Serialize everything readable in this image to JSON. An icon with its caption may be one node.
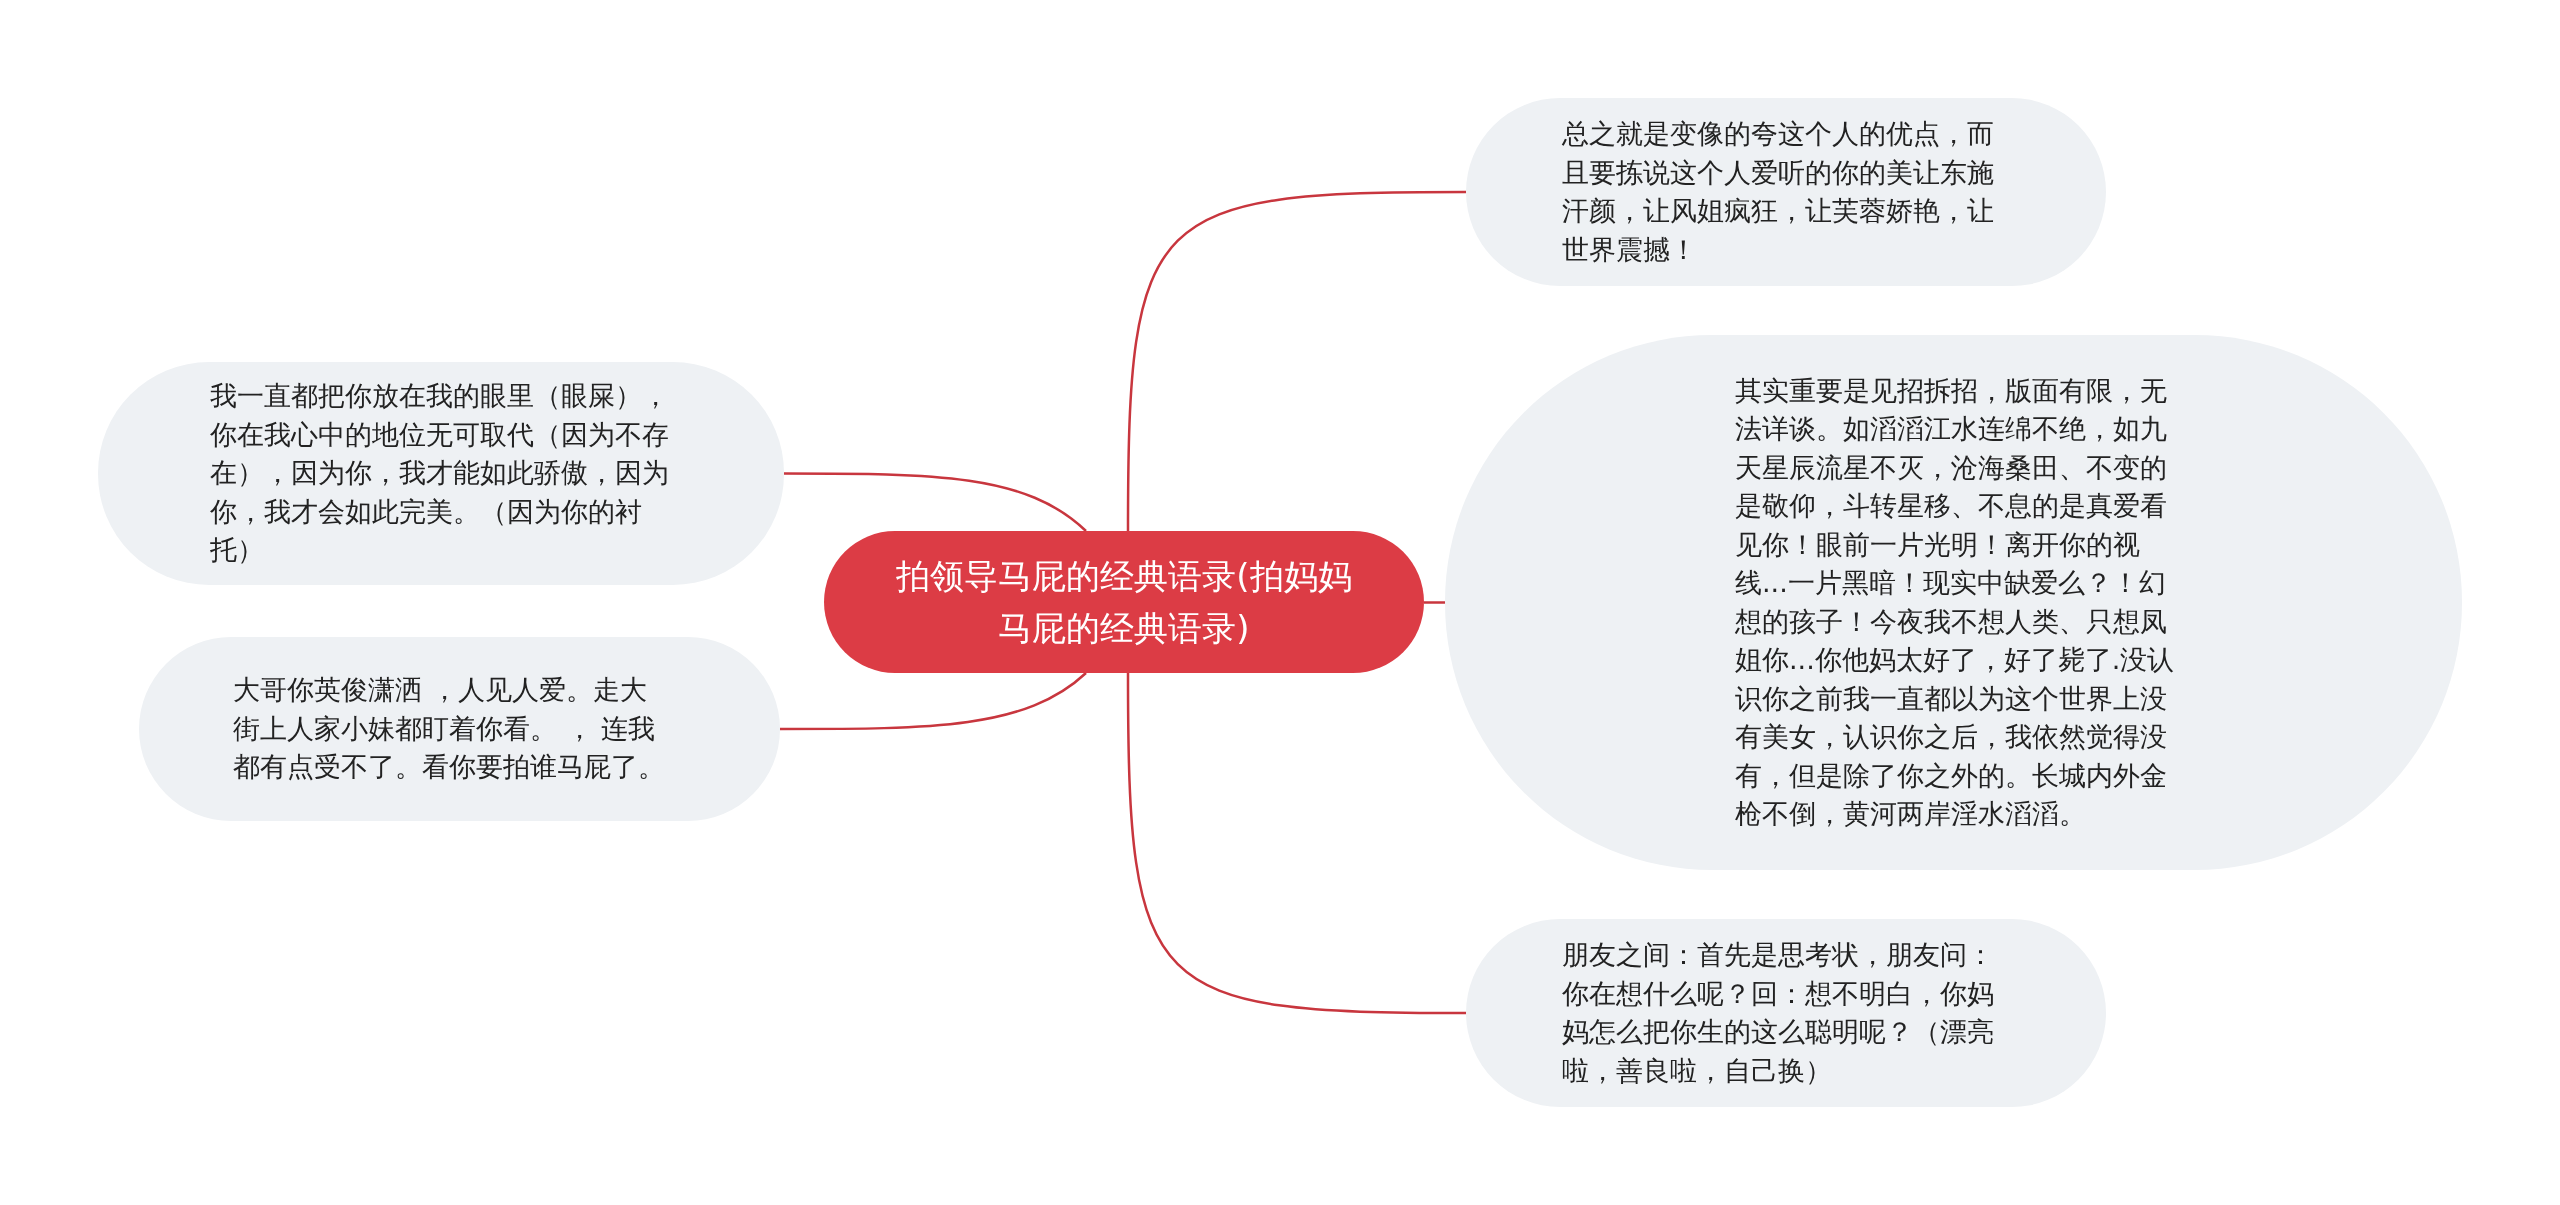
{
  "diagram": {
    "nodes": [
      {
        "text": [
          "拍领导马屁的经典语录(拍妈妈马屁的经典语录)"
        ]
      },
      {
        "text": [
          "总之就是变像的夸这个人的优点，而且要拣说这个人爱听的你的美让东施汗颜，让风姐疯狂，让芙蓉娇艳，让世界震撼！"
        ]
      },
      {
        "text": [
          "其实重要是见招拆招，版面有限，无法详谈。如滔滔江水连绵不绝，如九天星辰流星不灭，沧海桑田、不变的是敬仰，斗转星移、不息的是真爱看见你！眼前一片光明！离开你的视线...一片黑暗！现实中缺爱么？！幻想的孩子！今夜我不想人类、只想凤姐你...你他妈太好了，好了毙了.没认识你之前我一直都以为这个世界上没有美女，认识你之后，我依然觉得没有，但是除了你之外的。长城内外金枪不倒，黄河两岸淫水滔滔。"
        ]
      },
      {
        "text": [
          "朋友之间：首先是思考状，朋友问：你在想什么呢？回：想不明白，你妈妈怎么把你生的这么聪明呢？（漂亮啦，善良啦，自己换）"
        ]
      },
      {
        "text": [
          "我一直都把你放在我的眼里（眼屎），你在我心中的地位无可取代（因为不存在），因为你，我才能如此骄傲，因为你，我才会如此完美。（因为你的衬托）"
        ]
      },
      {
        "text": [
          "大哥你英俊潇洒 ，人见人爱。走大街上人家小妹都盯着你看。 ， 连我都有点受不了。看你要拍谁马屁了。"
        ]
      }
    ],
    "edges": [
      {
        "from": 0,
        "to": 1,
        "arrow": "none"
      },
      {
        "from": 0,
        "to": 2,
        "arrow": "none"
      },
      {
        "from": 0,
        "to": 3,
        "arrow": "none"
      },
      {
        "from": 0,
        "to": 4,
        "arrow": "none"
      },
      {
        "from": 0,
        "to": 5,
        "arrow": "none"
      }
    ]
  }
}
